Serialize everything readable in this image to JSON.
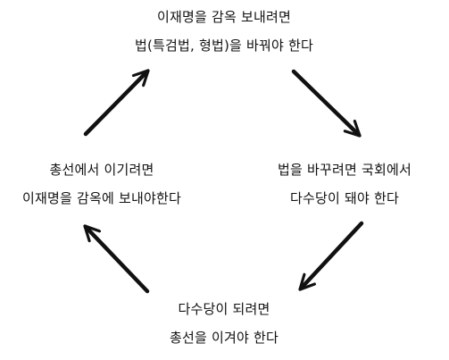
{
  "diagram": {
    "nodes": {
      "top": {
        "lines": [
          "이재명을 감옥 보내려면",
          "법(특검법, 형법)을 바꿔야 한다"
        ]
      },
      "right": {
        "lines": [
          "법을 바꾸려면 국회에서",
          "다수당이 돼야 한다"
        ]
      },
      "bottom": {
        "lines": [
          "다수당이 되려면",
          "총선을 이겨야 한다"
        ]
      },
      "left": {
        "lines": [
          "총선에서 이기려면",
          "이재명을 감옥에 보내야한다"
        ]
      }
    },
    "arrows": [
      {
        "from": "top",
        "to": "right",
        "icon": "arrow-down-right-icon"
      },
      {
        "from": "right",
        "to": "bottom",
        "icon": "arrow-down-left-icon"
      },
      {
        "from": "bottom",
        "to": "left",
        "icon": "arrow-up-left-icon"
      },
      {
        "from": "left",
        "to": "top",
        "icon": "arrow-up-right-icon"
      }
    ],
    "colors": {
      "ink": "#111111",
      "background": "#ffffff"
    }
  }
}
